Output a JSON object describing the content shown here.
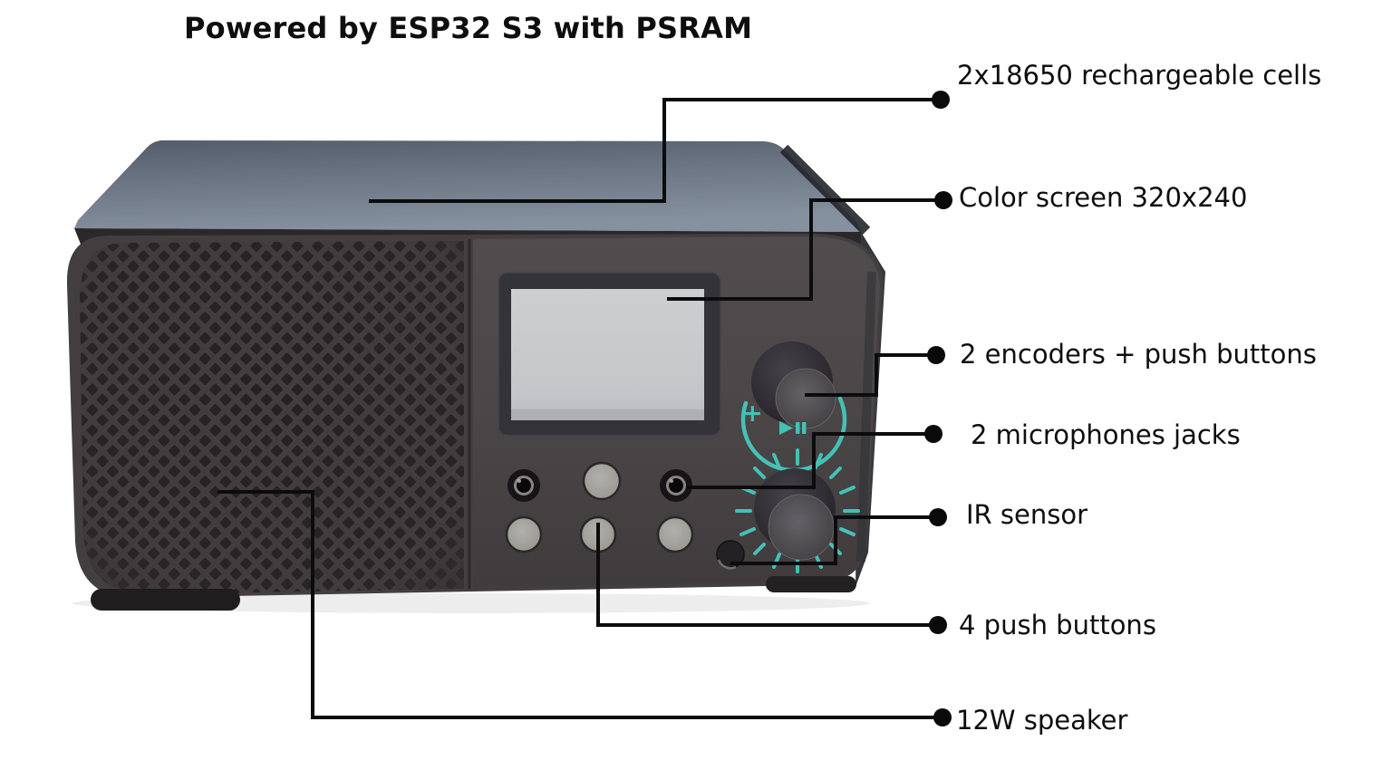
{
  "title": "Powered by ESP32 S3 with PSRAM",
  "annotations": [
    {
      "id": "battery",
      "label": "2x18650 rechargeable cells"
    },
    {
      "id": "screen",
      "label": "Color screen 320x240"
    },
    {
      "id": "encoders",
      "label": "2 encoders + push buttons"
    },
    {
      "id": "microphones",
      "label": "2 microphones jacks"
    },
    {
      "id": "ir_sensor",
      "label": "IR sensor"
    },
    {
      "id": "push_buttons",
      "label": "4 push buttons"
    },
    {
      "id": "speaker",
      "label": "12W speaker"
    }
  ],
  "device": {
    "kind": "internet radio front view",
    "volume_plus_glyph": "+",
    "controls": {
      "encoders": 2,
      "push_buttons": 4,
      "microphone_jacks": 2,
      "ir_sensors": 1
    },
    "screen_state": "blank lit"
  },
  "colors": {
    "background": "#ffffff",
    "text": "#0e0e0e",
    "callout_line": "#0c0c0c",
    "accent_teal": "#45c1b6",
    "top_face": "#6b7583",
    "front_face": "#433e3f",
    "control_panel": "#4b4647",
    "grille_hole": "#262122",
    "screen_lit": "#c7c8ca",
    "knob_dark": "#2b292d",
    "button_gray": "#a3a09b"
  }
}
